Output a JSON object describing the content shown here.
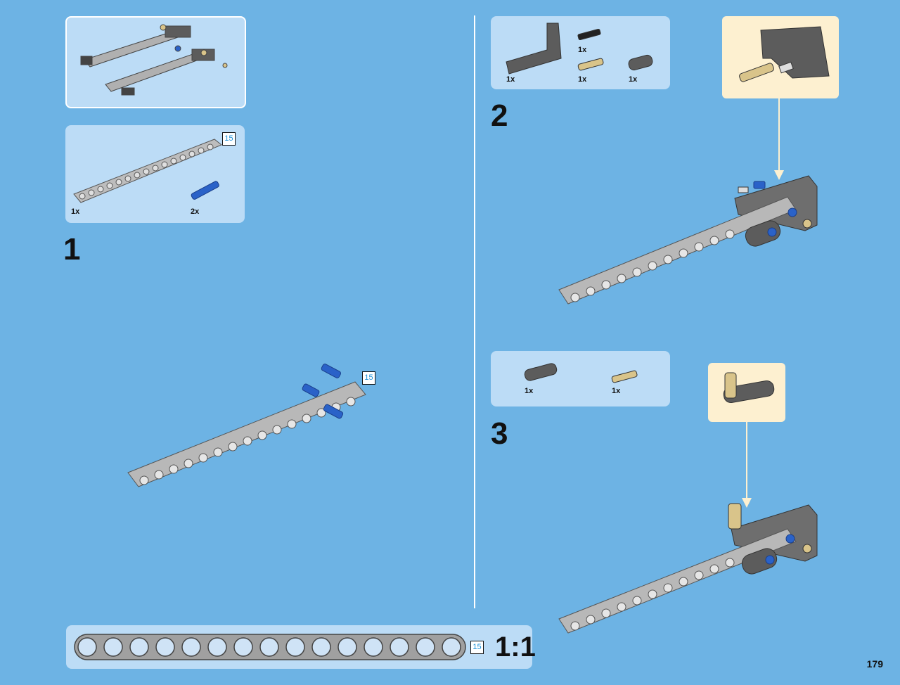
{
  "page": {
    "number": "179"
  },
  "top_left": {
    "parts_panel": {
      "items": [
        {
          "qty": "1x"
        },
        {
          "qty": "2x"
        }
      ],
      "length_badge": "15"
    },
    "step": "1",
    "model_badge": "15"
  },
  "step2": {
    "step": "2",
    "parts": [
      {
        "qty": "1x"
      },
      {
        "qty": "1x"
      },
      {
        "qty": "1x"
      },
      {
        "qty": "1x"
      }
    ]
  },
  "step3": {
    "step": "3",
    "parts": [
      {
        "qty": "1x"
      },
      {
        "qty": "1x"
      }
    ]
  },
  "scale_bar": {
    "badge": "15",
    "label": "1:1"
  },
  "colors": {
    "background": "#6db3e4",
    "panel": "#bcdcf6",
    "callout": "#fdf0d0",
    "beam_light": "#b8b8b8",
    "beam_dark": "#6e6e6e",
    "pin_blue": "#2a62c8",
    "pin_tan": "#d9c48a"
  }
}
